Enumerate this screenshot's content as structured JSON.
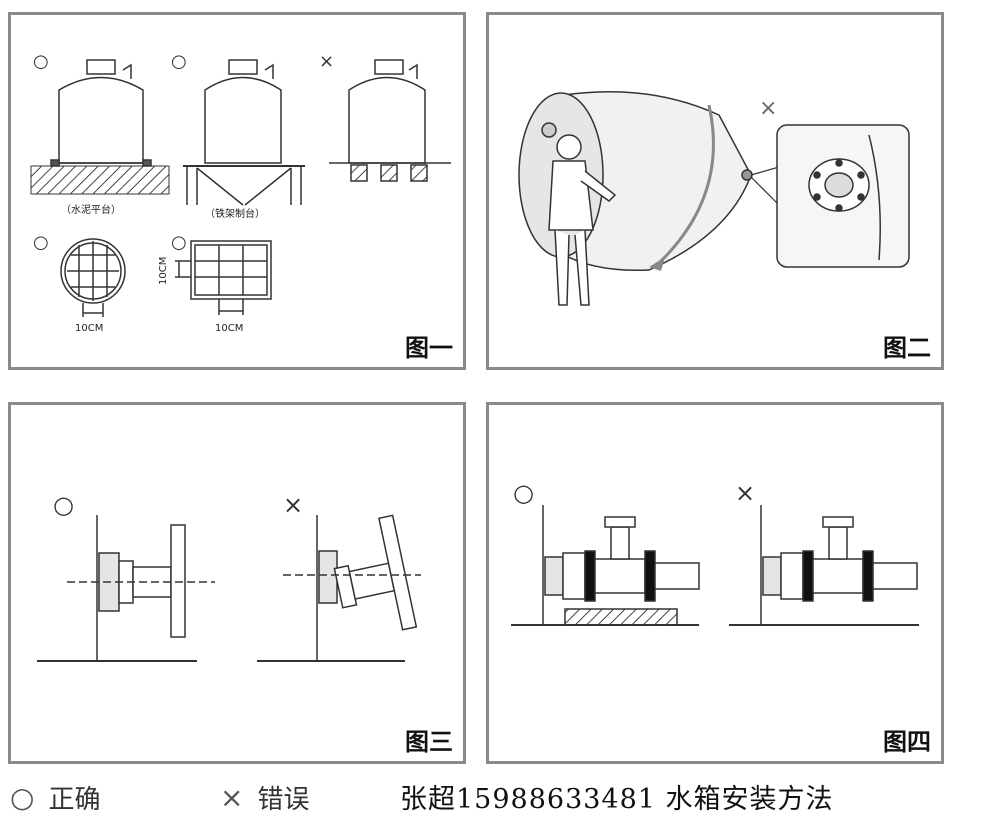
{
  "panel1": {
    "label": "图一",
    "marks": [
      "○",
      "○",
      "×",
      "○",
      "○"
    ],
    "cement_platform": "（水泥平台）",
    "iron_platform": "（铁架制台）",
    "dim_10cm_a": "10CM",
    "dim_10cm_b": "10CM",
    "dim_10cm_c": "10CM"
  },
  "panel2": {
    "label": "图二",
    "mark": "×"
  },
  "panel3": {
    "label": "图三",
    "mark_correct": "○",
    "mark_wrong": "×"
  },
  "panel4": {
    "label": "图四",
    "mark_correct": "○",
    "mark_wrong": "×"
  },
  "legend": {
    "correct_symbol": "○",
    "correct_text": "正确",
    "wrong_symbol": "×",
    "wrong_text": "错误",
    "caption": "张超15988633481 水箱安装方法"
  }
}
